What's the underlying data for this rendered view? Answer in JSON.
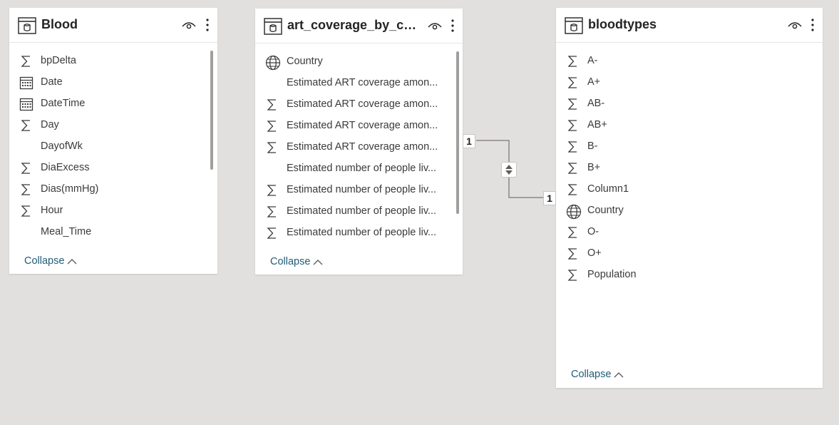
{
  "cards": {
    "blood": {
      "title": "Blood",
      "fields": [
        {
          "label": "bpDelta",
          "icon": "sigma-icon"
        },
        {
          "label": "Date",
          "icon": "calendar-icon"
        },
        {
          "label": "DateTime",
          "icon": "calendar-icon"
        },
        {
          "label": "Day",
          "icon": "sigma-icon"
        },
        {
          "label": "DayofWk",
          "icon": "none"
        },
        {
          "label": "DiaExcess",
          "icon": "sigma-icon"
        },
        {
          "label": "Dias(mmHg)",
          "icon": "sigma-icon"
        },
        {
          "label": "Hour",
          "icon": "sigma-icon"
        },
        {
          "label": "Meal_Time",
          "icon": "none"
        }
      ],
      "collapse_label": "Collapse"
    },
    "art": {
      "title": "art_coverage_by_cou...",
      "fields": [
        {
          "label": "Country",
          "icon": "globe-icon"
        },
        {
          "label": "Estimated ART coverage amon...",
          "icon": "none"
        },
        {
          "label": "Estimated ART coverage amon...",
          "icon": "sigma-icon"
        },
        {
          "label": "Estimated ART coverage amon...",
          "icon": "sigma-icon"
        },
        {
          "label": "Estimated ART coverage amon...",
          "icon": "sigma-icon"
        },
        {
          "label": "Estimated number of people liv...",
          "icon": "none"
        },
        {
          "label": "Estimated number of people liv...",
          "icon": "sigma-icon"
        },
        {
          "label": "Estimated number of people liv...",
          "icon": "sigma-icon"
        },
        {
          "label": "Estimated number of people liv...",
          "icon": "sigma-icon"
        }
      ],
      "collapse_label": "Collapse"
    },
    "bloodtypes": {
      "title": "bloodtypes",
      "fields": [
        {
          "label": "A-",
          "icon": "sigma-icon"
        },
        {
          "label": "A+",
          "icon": "sigma-icon"
        },
        {
          "label": "AB-",
          "icon": "sigma-icon"
        },
        {
          "label": "AB+",
          "icon": "sigma-icon"
        },
        {
          "label": "B-",
          "icon": "sigma-icon"
        },
        {
          "label": "B+",
          "icon": "sigma-icon"
        },
        {
          "label": "Column1",
          "icon": "sigma-icon"
        },
        {
          "label": "Country",
          "icon": "globe-icon"
        },
        {
          "label": "O-",
          "icon": "sigma-icon"
        },
        {
          "label": "O+",
          "icon": "sigma-icon"
        },
        {
          "label": "Population",
          "icon": "sigma-icon"
        }
      ],
      "collapse_label": "Collapse"
    }
  },
  "relationship": {
    "from_cardinality": "1",
    "to_cardinality": "1"
  },
  "colors": {
    "canvas": "#e1e0df",
    "card": "#ffffff",
    "link": "#1f5c74",
    "line": "#8a8886"
  }
}
